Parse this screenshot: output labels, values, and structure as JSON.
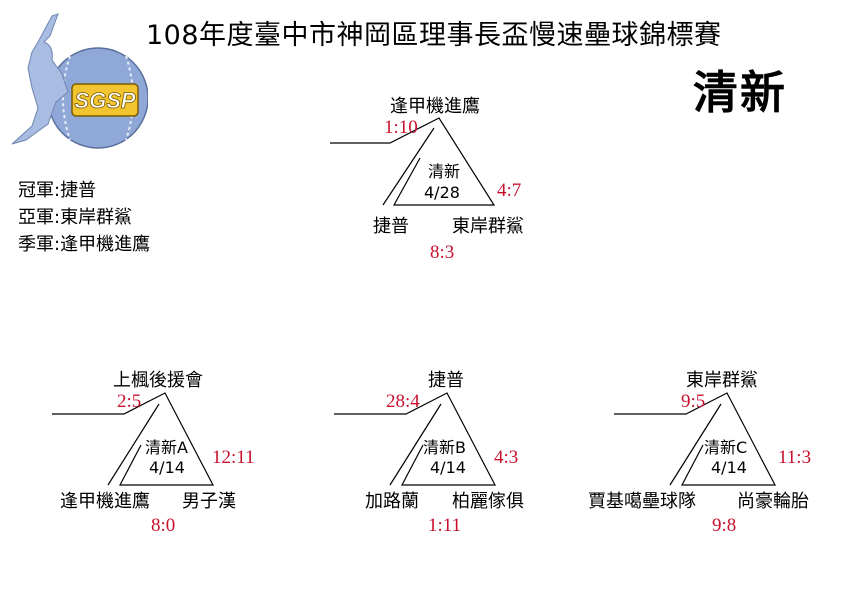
{
  "title": "108年度臺中市神岡區理事長盃慢速壘球錦標賽",
  "venue": "清新",
  "logo": {
    "text": "SGSP",
    "accent": "#f2c530",
    "ball": "#8fa8d8",
    "player": "#a9bde3"
  },
  "colors": {
    "score": "#c8102e",
    "line": "#000000"
  },
  "results": {
    "champion": "冠軍:捷普",
    "runner_up": "亞軍:東岸群鯊",
    "third": "季軍:逢甲機進鷹"
  },
  "final": {
    "top_team": "逢甲機進鷹",
    "left_team": "捷普",
    "right_team": "東岸群鯊",
    "score_top_left": "1:10",
    "score_right": "4:7",
    "score_bottom": "8:3",
    "venue": "清新",
    "date": "4/28"
  },
  "group_a": {
    "top_team": "上楓後援會",
    "left_team": "逢甲機進鷹",
    "right_team": "男子漢",
    "score_top_left": "2:5",
    "score_right": "12:11",
    "score_bottom": "8:0",
    "venue": "清新A",
    "date": "4/14"
  },
  "group_b": {
    "top_team": "捷普",
    "left_team": "加路蘭",
    "right_team": "柏麗傢俱",
    "score_top_left": "28:4",
    "score_right": "4:3",
    "score_bottom": "1:11",
    "venue": "清新B",
    "date": "4/14"
  },
  "group_c": {
    "top_team": "東岸群鯊",
    "left_team": "賈基噶壘球隊",
    "right_team": "尚豪輪胎",
    "score_top_left": "9:5",
    "score_right": "11:3",
    "score_bottom": "9:8",
    "venue": "清新C",
    "date": "4/14"
  }
}
